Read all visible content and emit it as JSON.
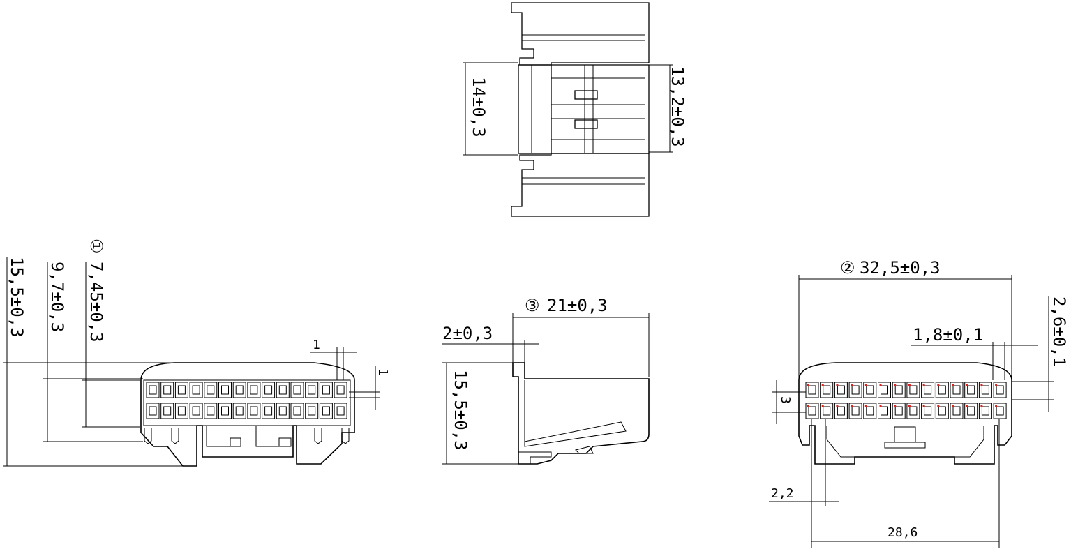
{
  "drawing": {
    "top_view": {
      "dim_left": "14±0,3",
      "dim_right": "13,2±0,3"
    },
    "front_view": {
      "dim_total_height": "15,5±0,3",
      "dim_mid_height": "9,7±0,3",
      "dim_marker": "①",
      "dim_inner_height": "7,45±0,3",
      "dim_pitch_h": "1",
      "dim_pitch_v": "1"
    },
    "side_view": {
      "dim_marker": "③",
      "dim_length": "21±0,3",
      "dim_step": "2±0,3",
      "dim_height": "15,5±0,3"
    },
    "rear_view": {
      "dim_marker": "②",
      "dim_width": "32,5±0,3",
      "dim_slot": "1,8±0,1",
      "dim_top": "2,6±0,1",
      "dim_row": "3",
      "dim_offset": "2,2",
      "dim_span": "28,6"
    },
    "colors": {
      "line": "#000000",
      "accent": "#dd2222"
    }
  }
}
